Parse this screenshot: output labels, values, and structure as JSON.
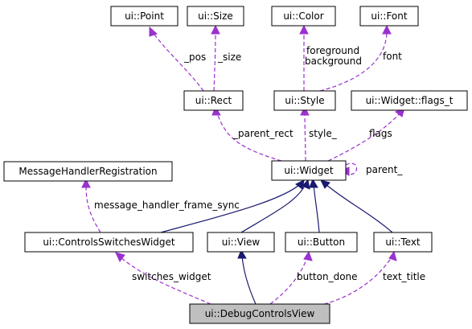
{
  "colors": {
    "inheritance_edge": "#191970",
    "usage_edge": "#9a32cd",
    "current_node_fill": "#bfbfbf",
    "node_fill": "#ffffff"
  },
  "nodes": {
    "point": "ui::Point",
    "size": "ui::Size",
    "color": "ui::Color",
    "font": "ui::Font",
    "rect": "ui::Rect",
    "style": "ui::Style",
    "flags_t": "ui::Widget::flags_t",
    "message_handler_registration": "MessageHandlerRegistration",
    "widget": "ui::Widget",
    "controls_switches_widget": "ui::ControlsSwitchesWidget",
    "view": "ui::View",
    "button": "ui::Button",
    "text": "ui::Text",
    "debug_controls_view": "ui::DebugControlsView"
  },
  "edge_labels": {
    "pos": "_pos",
    "size": "_size",
    "foreground": "foreground",
    "background": "background",
    "font": "font",
    "parent_rect": "_parent_rect",
    "style": "style_",
    "flags": "flags",
    "parent": "parent_",
    "message_handler_frame_sync": "message_handler_frame_sync",
    "switches_widget": "switches_widget",
    "button_done": "button_done",
    "text_title": "text_title"
  }
}
